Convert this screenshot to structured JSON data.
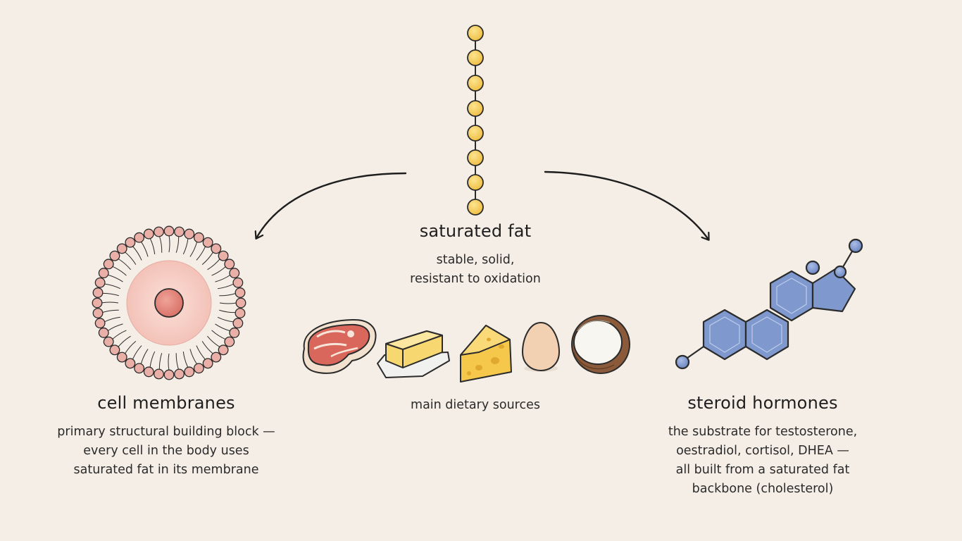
{
  "center": {
    "title": "saturated fat",
    "lines": [
      "stable, solid,",
      "resistant to oxidation"
    ],
    "sources_label": "main dietary sources",
    "sources": [
      "steak-icon",
      "butter-icon",
      "cheese-icon",
      "egg-icon",
      "coconut-icon"
    ]
  },
  "left": {
    "title": "cell membranes",
    "lines": [
      "primary structural building block —",
      "every cell in the body uses",
      "saturated fat in its membrane"
    ]
  },
  "right": {
    "title": "steroid hormones",
    "lines": [
      "the substrate for testosterone,",
      "oestradiol, cortisol, DHEA —",
      "all built from a saturated fat",
      "backbone (cholesterol)"
    ]
  },
  "colors": {
    "background": "#f5eee6",
    "chain_bead": "#f6cd5c",
    "membrane_head": "#eab0a8",
    "cell_fill": "#f7d4cb",
    "nucleus": "#e3867c",
    "steroid_ring": "#7f99cf",
    "outline": "#2b2b2b"
  }
}
